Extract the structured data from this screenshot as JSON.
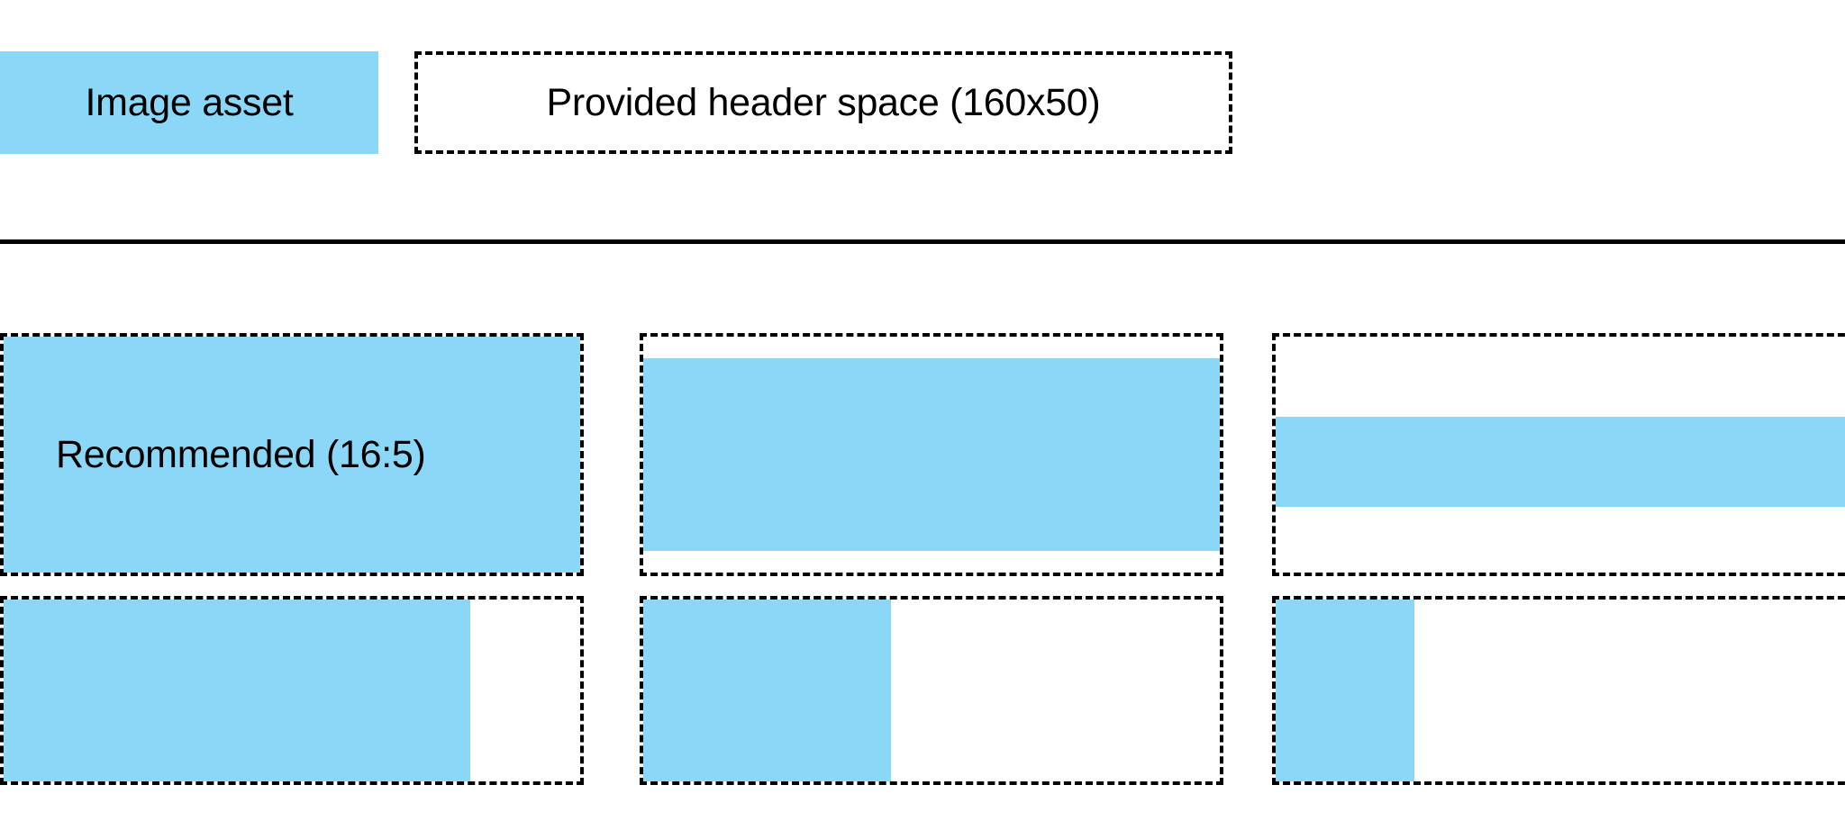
{
  "accent_color": "#8AD7F7",
  "outline_color": "#000000",
  "background_color": "#FFFFFF",
  "legend": {
    "swatch_label": "Image asset",
    "box_label": "Provided header space (160x50)"
  },
  "divider": {
    "name": "section-divider"
  },
  "samples": {
    "recommended_label": "Recommended (16:5)",
    "rows": [
      {
        "name": "aspect-ratio-row",
        "cells": [
          {
            "name": "sample-recommended-16-5",
            "fill": {
              "left_pct": 0,
              "top_pct": 0,
              "width_pct": 100,
              "height_pct": 100
            },
            "label": "Recommended (16:5)"
          },
          {
            "name": "sample-shorter-height",
            "fill": {
              "left_pct": 0,
              "top_pct": 9,
              "width_pct": 100,
              "height_pct": 82
            },
            "label": ""
          },
          {
            "name": "sample-wide-band",
            "fill": {
              "left_pct": 0,
              "top_pct": 34,
              "width_pct": 100,
              "height_pct": 38
            },
            "label": ""
          }
        ]
      },
      {
        "name": "width-variation-row",
        "cells": [
          {
            "name": "sample-width-80",
            "fill": {
              "left_pct": 0,
              "top_pct": 0,
              "width_pct": 81,
              "height_pct": 100
            },
            "label": ""
          },
          {
            "name": "sample-width-43",
            "fill": {
              "left_pct": 0,
              "top_pct": 0,
              "width_pct": 43,
              "height_pct": 100
            },
            "label": ""
          },
          {
            "name": "sample-width-24",
            "fill": {
              "left_pct": 0,
              "top_pct": 0,
              "width_pct": 24,
              "height_pct": 100
            },
            "label": ""
          }
        ]
      }
    ]
  }
}
